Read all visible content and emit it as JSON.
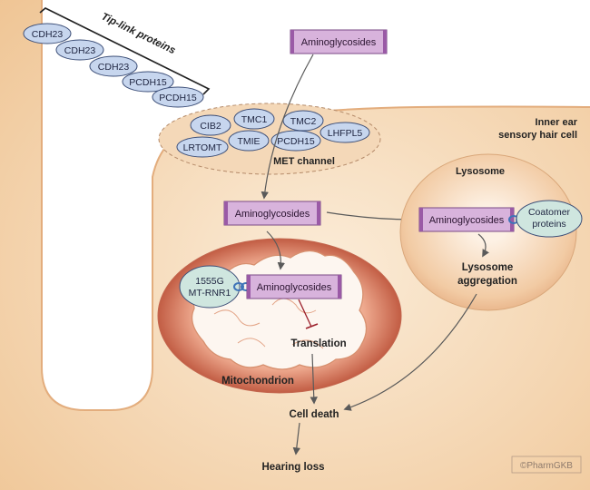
{
  "colors": {
    "cell_fill": "#f2cfa3",
    "cell_edge": "#e7b889",
    "protein_fill": "#c7d6ee",
    "protein_stroke": "#3d4f78",
    "drug_fill": "#d8b3dc",
    "drug_dark": "#9a5aa6",
    "mito_outer": "#cb6c53",
    "arrow": "#5a5a5a",
    "inhibit": "#9b1f2a",
    "linker": "#3f74b8",
    "coatomer_fill": "#cfe6df"
  },
  "tip_link": {
    "label": "Tip-link proteins",
    "proteins": [
      "CDH23",
      "CDH23",
      "CDH23",
      "PCDH15",
      "PCDH15"
    ]
  },
  "met_channel": {
    "label": "MET channel",
    "proteins": [
      "CIB2",
      "TMC1",
      "TMC2",
      "LHFPL5",
      "LRTOMT",
      "TMIE",
      "PCDH15"
    ]
  },
  "cell": {
    "label_line1": "Inner ear",
    "label_line2": "sensory hair cell"
  },
  "drug": {
    "extracellular": "Aminoglycosides",
    "cytoplasm": "Aminoglycosides",
    "mitochondrial": "Aminoglycosides",
    "lysosomal": "Aminoglycosides"
  },
  "mitochondrion": {
    "label": "Mitochondrion",
    "variant_line1": "1555G",
    "variant_line2": "MT-RNR1",
    "translation": "Translation"
  },
  "lysosome": {
    "label": "Lysosome",
    "coatomer_line1": "Coatomer",
    "coatomer_line2": "proteins",
    "aggregation_line1": "Lysosome",
    "aggregation_line2": "aggregation"
  },
  "outcomes": {
    "cell_death": "Cell death",
    "hearing_loss": "Hearing loss"
  },
  "watermark": "©PharmGKB"
}
